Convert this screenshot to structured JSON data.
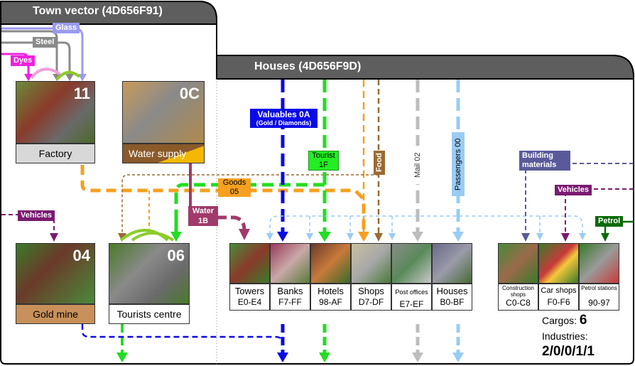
{
  "title_town": "Town vector (4D656F91)",
  "title_houses": "Houses (4D656F9D)",
  "inputs": {
    "glass": "Glass",
    "steel": "Steel",
    "dyes": "Dyes",
    "vehicles_left": "Vehicles",
    "vehicles_right": "Vehicles",
    "building_materials": "Building materials",
    "petrol": "Petrol"
  },
  "industries": {
    "factory": {
      "id": "11",
      "name": "Factory"
    },
    "water_supply": {
      "id": "0C",
      "name": "Water supply"
    },
    "gold_mine": {
      "id": "04",
      "name": "Gold mine"
    },
    "tourists_centre": {
      "id": "06",
      "name": "Tourists centre"
    }
  },
  "cargo_labels": {
    "valuables": "Valuables 0A",
    "valuables_sub": "(Gold / Diamonds)",
    "tourist": "Tourist",
    "tourist_id": "1F",
    "food": "Food",
    "mail": "Mail 02",
    "passengers": "Passengers 00",
    "goods": "Goods",
    "goods_id": "05",
    "water": "Water",
    "water_id": "1B"
  },
  "houses": [
    {
      "name": "Towers",
      "range": "E0-E4"
    },
    {
      "name": "Banks",
      "range": "F7-FF"
    },
    {
      "name": "Hotels",
      "range": "98-AF"
    },
    {
      "name": "Shops",
      "range": "D7-DF"
    },
    {
      "name": "Post offices",
      "range": "E7-EF"
    },
    {
      "name": "Houses",
      "range": "B0-BF"
    }
  ],
  "shops": [
    {
      "name": "Construction shops",
      "range": "C0-C8"
    },
    {
      "name": "Car shops",
      "range": "F0-F6"
    },
    {
      "name": "Petrol stations",
      "range": "90-97"
    }
  ],
  "stats": {
    "cargos_label": "Cargos:",
    "cargos_value": "6",
    "industries_label": "Industries:",
    "industries_value": "2/0/0/1/1"
  },
  "colors": {
    "glass": "#9b9bf0",
    "steel": "#8a8a8a",
    "dyes": "#ee22dd",
    "vehicles": "#7a1a70",
    "building_materials": "#5a5a9a",
    "petrol": "#0a6a0a",
    "valuables": "#0a0ae6",
    "tourist": "#22dd22",
    "food": "#9a6a30",
    "mail": "#bdbdbd",
    "passengers": "#99ccf5",
    "goods": "#f5a020",
    "water": "#a03a6a",
    "outline": "#000000"
  }
}
